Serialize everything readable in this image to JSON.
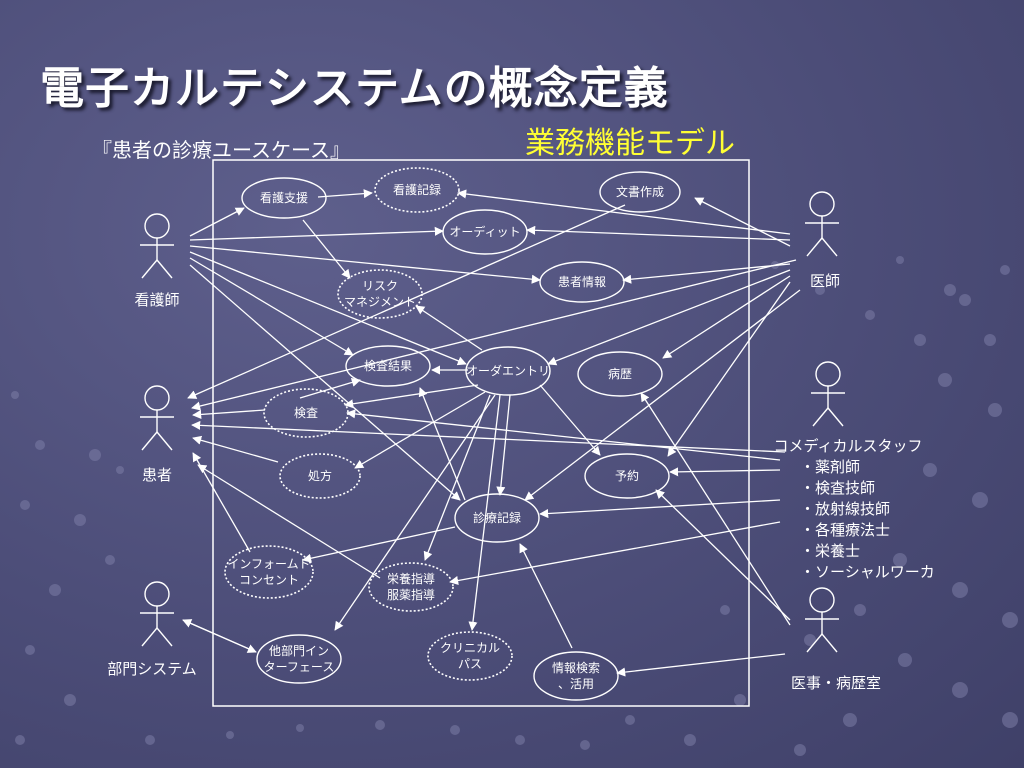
{
  "title": "電子カルテシステムの概念定義",
  "subtitle": "業務機能モデル",
  "caption": "『患者の診療ユースケース』",
  "actors": {
    "nurse": "看護師",
    "patient": "患者",
    "dept_system": "部門システム",
    "doctor": "医師",
    "comedical": "コメディカルスタッフ",
    "medical_records": "医事・病歴室"
  },
  "comedical_staff": [
    "・薬剤師",
    "・検査技師",
    "・放射線技師",
    "・各種療法士",
    "・栄養士",
    "・ソーシャルワーカ"
  ],
  "use_cases": {
    "nursing_support": "看護支援",
    "nursing_record": "看護記録",
    "document_creation": "文書作成",
    "audit": "オーディット",
    "patient_info": "患者情報",
    "risk_mgmt": [
      "リスク",
      "マネジメント"
    ],
    "test_results": "検査結果",
    "order_entry": "オーダエントリ",
    "medical_history": "病歴",
    "examination": "検査",
    "prescription": "処方",
    "appointment": "予約",
    "clinical_record": "診療記録",
    "informed_consent": [
      "インフォームド",
      "コンセント"
    ],
    "nutrition_guidance": [
      "栄養指導",
      "服薬指導"
    ],
    "interdept_interface": [
      "他部門イン",
      "ターフェース"
    ],
    "clinical_path": [
      "クリニカル",
      "パス"
    ],
    "info_search": [
      "情報検索",
      "、活用"
    ]
  }
}
